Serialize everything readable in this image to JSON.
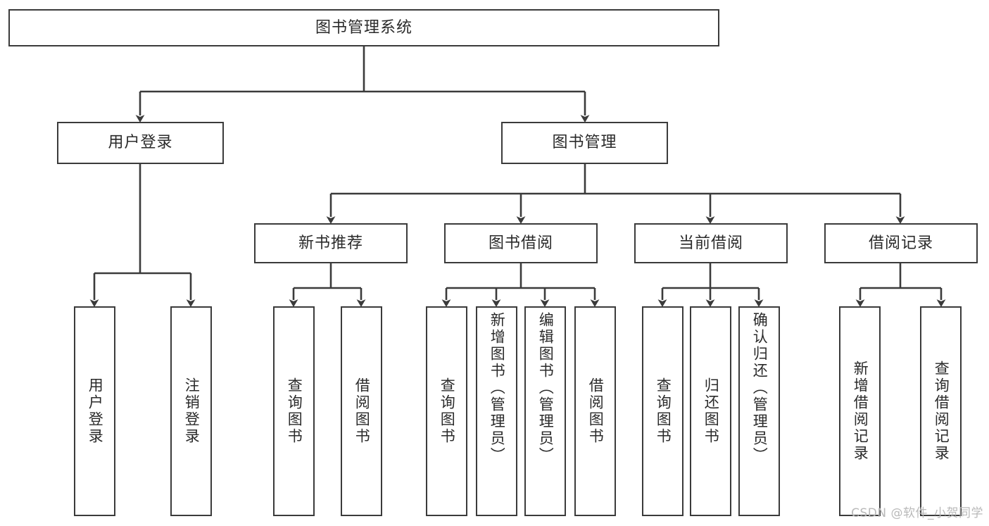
{
  "diagram": {
    "title": "图书管理系统",
    "watermark": "CSDN @软件_小贺同学",
    "colors": {
      "background": "#ffffff",
      "node_border": "#3b3b3b",
      "node_fill": "#ffffff",
      "text": "#2a2a2a",
      "connector": "#3b3b3b",
      "watermark": "#b9b9b9"
    },
    "levels": {
      "root": "图书管理系统",
      "level2": [
        "用户登录",
        "图书管理"
      ],
      "level3": [
        "新书推荐",
        "图书借阅",
        "当前借阅",
        "借阅记录"
      ]
    },
    "nodes": {
      "root": {
        "label": "图书管理系统"
      },
      "user_login": {
        "label": "用户登录"
      },
      "book_manage": {
        "label": "图书管理"
      },
      "new_book_rec": {
        "label": "新书推荐"
      },
      "book_borrow": {
        "label": "图书借阅"
      },
      "current_borrow": {
        "label": "当前借阅"
      },
      "borrow_record": {
        "label": "借阅记录"
      },
      "leaf_user_login": {
        "label": "用户登录"
      },
      "leaf_logout": {
        "label": "注销登录"
      },
      "leaf_query_book_1": {
        "label": "查询图书"
      },
      "leaf_borrow_book_1": {
        "label": "借阅图书"
      },
      "leaf_query_book_2": {
        "label": "查询图书"
      },
      "leaf_add_book_admin": {
        "label": "新增图书（管理员）"
      },
      "leaf_edit_book_admin": {
        "label": "编辑图书（管理员）"
      },
      "leaf_borrow_book_2": {
        "label": "借阅图书"
      },
      "leaf_query_book_3": {
        "label": "查询图书"
      },
      "leaf_return_book": {
        "label": "归还图书"
      },
      "leaf_confirm_return_admin": {
        "label": "确认归还（管理员）"
      },
      "leaf_add_borrow_record": {
        "label": "新增借阅记录"
      },
      "leaf_query_borrow_record": {
        "label": "查询借阅记录"
      }
    },
    "tree": [
      {
        "label": "图书管理系统",
        "children": [
          {
            "label": "用户登录",
            "children": [
              {
                "label": "用户登录"
              },
              {
                "label": "注销登录"
              }
            ]
          },
          {
            "label": "图书管理",
            "children": [
              {
                "label": "新书推荐",
                "children": [
                  {
                    "label": "查询图书"
                  },
                  {
                    "label": "借阅图书"
                  }
                ]
              },
              {
                "label": "图书借阅",
                "children": [
                  {
                    "label": "查询图书"
                  },
                  {
                    "label": "新增图书（管理员）"
                  },
                  {
                    "label": "编辑图书（管理员）"
                  },
                  {
                    "label": "借阅图书"
                  }
                ]
              },
              {
                "label": "当前借阅",
                "children": [
                  {
                    "label": "查询图书"
                  },
                  {
                    "label": "归还图书"
                  },
                  {
                    "label": "确认归还（管理员）"
                  }
                ]
              },
              {
                "label": "借阅记录",
                "children": [
                  {
                    "label": "新增借阅记录"
                  },
                  {
                    "label": "查询借阅记录"
                  }
                ]
              }
            ]
          }
        ]
      }
    ]
  }
}
